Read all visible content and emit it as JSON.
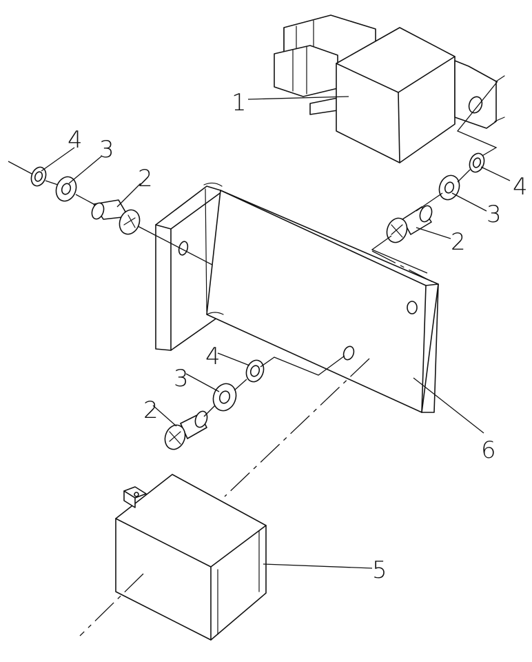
{
  "callouts": {
    "relay_top": "1",
    "screw_left": "2",
    "washer_left": "3",
    "lockwasher_left": "4",
    "screw_right": "2",
    "washer_right": "3",
    "lockwasher_right": "4",
    "lockwasher_bottom": "4",
    "washer_bottom": "3",
    "screw_bottom": "2",
    "bracket": "6",
    "flasher": "5"
  }
}
